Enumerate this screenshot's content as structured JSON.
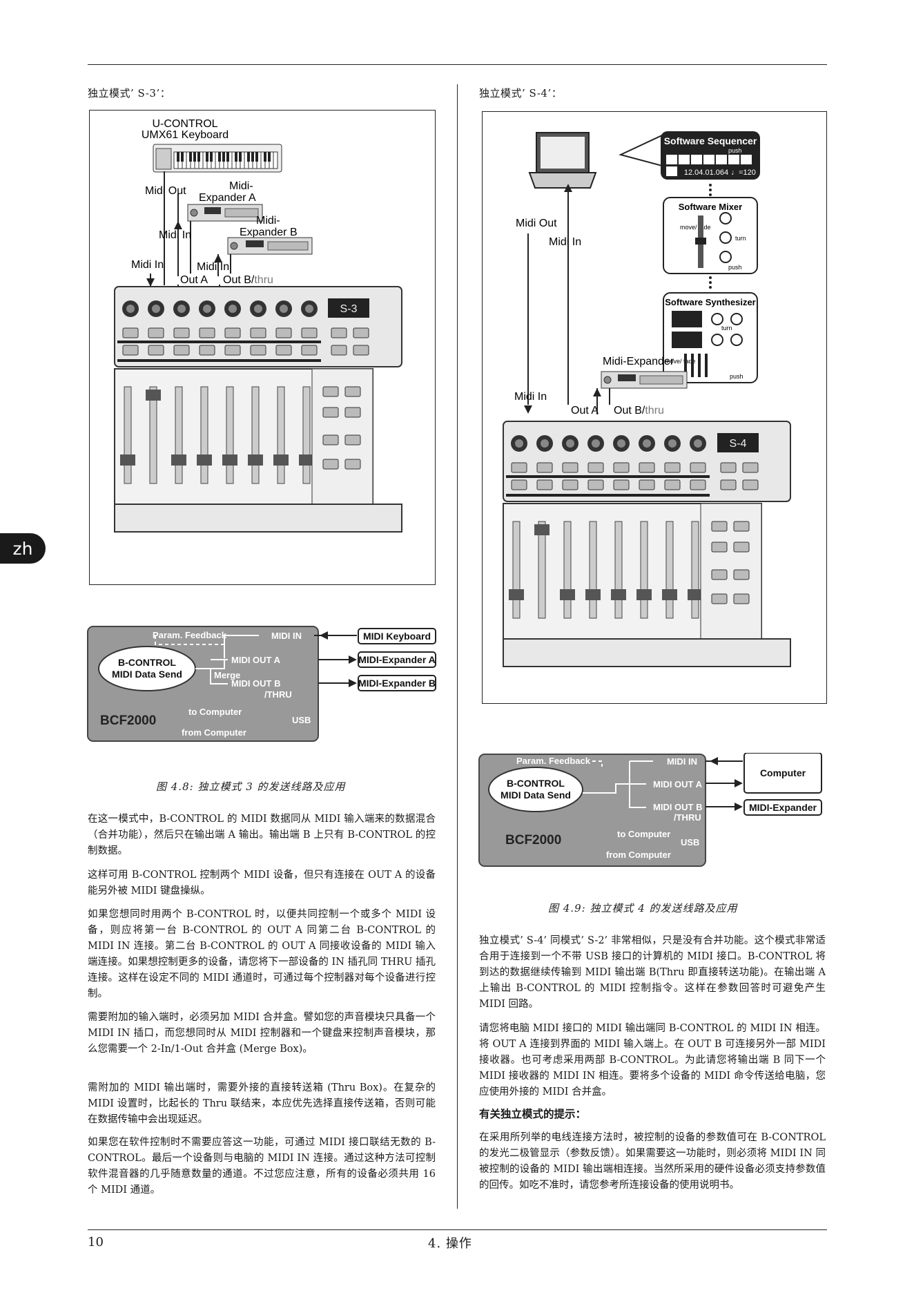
{
  "lang_tab": "zh",
  "left": {
    "section_label": "独立模式’ S-3’：",
    "diagram": {
      "keyboard_title_1": "U-CONTROL",
      "keyboard_title_2": "UMX61 Keyboard",
      "midi_out": "Midi Out",
      "expander_a_1": "Midi-",
      "expander_a_2": "Expander A",
      "expander_b_1": "Midi-",
      "expander_b_2": "Expander B",
      "midi_in_a": "Midi In",
      "midi_in_b": "Midi In",
      "midi_in_ctrl": "Midi In",
      "out_a": "Out A",
      "out_b": "Out B/",
      "thru": "thru",
      "display": "S-3"
    },
    "flow": {
      "param_feedback": "Param. Feedback",
      "midi_in": "MIDI IN",
      "bcontrol": "B-CONTROL",
      "midi_data_send": "MIDI Data Send",
      "merge": "Merge",
      "midi_out_a": "MIDI OUT A",
      "midi_out_b": "MIDI OUT B",
      "thru": "/THRU",
      "to_computer": "to Computer",
      "usb": "USB",
      "from_computer": "from Computer",
      "bcf": "BCF2000",
      "target_1": "MIDI Keyboard",
      "target_2": "MIDI-Expander A",
      "target_3": "MIDI-Expander B"
    },
    "caption": "图 4.8: 独立模式 3 的发送线路及应用",
    "paragraphs": [
      "在这一模式中，B-CONTROL 的 MIDI 数据同从 MIDI 输入端来的数据混合（合并功能），然后只在输出端 A 输出。输出端 B 上只有 B-CONTROL 的控制数据。",
      "这样可用 B-CONTROL 控制两个 MIDI 设备，但只有连接在 OUT A 的设备能另外被 MIDI 键盘操纵。",
      "如果您想同时用两个 B-CONTROL 时，以便共同控制一个或多个 MIDI 设备，则应将第一台 B-CONTROL 的 OUT A 同第二台 B-CONTROL 的 MIDI IN 连接。第二台 B-CONTROL 的 OUT A 同接收设备的 MIDI 输入端连接。如果想控制更多的设备，请您将下一部设备的 IN 插孔同 THRU 插孔连接。这样在设定不同的 MIDI 通道时，可通过每个控制器对每个设备进行控制。",
      "需要附加的输入端时，必须另加 MIDI 合并盒。譬如您的声音模块只具备一个 MIDI IN 插口，而您想同时从 MIDI 控制器和一个键盘来控制声音模块，那么您需要一个 2-In/1-Out 合并盒 (Merge Box)。",
      "需附加的 MIDI 输出端时，需要外接的直接转送箱 (Thru Box)。在复杂的 MIDI 设置时，比起长的 Thru 联结来，本应优先选择直接传送箱，否则可能在数据传输中会出现延迟。",
      "如果您在软件控制时不需要应答这一功能，可通过 MIDI 接口联结无数的 B-CONTROL。最后一个设备则与电脑的 MIDI IN 连接。通过这种方法可控制软件混音器的几乎随意数量的通道。不过您应注意，所有的设备必须共用 16 个 MIDI 通道。"
    ]
  },
  "right": {
    "section_label": "独立模式’ S-4’：",
    "diagram": {
      "seq_title": "Software Sequencer",
      "push": "push",
      "counter": "12.04.01.064",
      "tempo": "♩=120",
      "mixer_title": "Software Mixer",
      "move_fade": "move/ fade",
      "turn": "turn",
      "synth_title": "Software Synthesizer",
      "midi_out": "Midi Out",
      "midi_in_laptop": "Midi In",
      "midi_in_ctrl": "Midi In",
      "expander": "Midi-Expander",
      "out_a": "Out A",
      "out_b": "Out B/",
      "thru": "thru",
      "display": "S-4"
    },
    "flow": {
      "param_feedback": "Param. Feedback",
      "midi_in": "MIDI IN",
      "bcontrol": "B-CONTROL",
      "midi_data_send": "MIDI Data Send",
      "midi_out_a": "MIDI OUT A",
      "midi_out_b": "MIDI OUT B",
      "thru": "/THRU",
      "to_computer": "to Computer",
      "usb": "USB",
      "from_computer": "from Computer",
      "bcf": "BCF2000",
      "target_1": "Computer",
      "target_2": "MIDI-Expander"
    },
    "caption": "图 4.9: 独立模式 4 的发送线路及应用",
    "paragraphs": [
      "独立模式’ S-4’ 同模式’ S-2’ 非常相似，只是没有合并功能。这个模式非常适合用于连接到一个不带 USB 接口的计算机的 MIDI 接口。B-CONTROL 将到达的数据继续传输到 MIDI 输出端 B(Thru 即直接转送功能)。在输出端 A 上输出 B-CONTROL 的 MIDI 控制指令。这样在参数回答时可避免产生 MIDI 回路。",
      "请您将电脑 MIDI 接口的 MIDI 输出端同 B-CONTROL 的 MIDI IN 相连。将 OUT A 连接到界面的 MIDI 输入端上。在 OUT B 可连接另外一部 MIDI 接收器。也可考虑采用两部 B-CONTROL。为此请您将输出端 B 同下一个 MIDI 接收器的 MIDI IN 相连。要将多个设备的 MIDI 命令传送给电脑，您应使用外接的 MIDI 合并盒。"
    ],
    "subhead": "有关独立模式的提示：",
    "tip": "在采用所列举的电线连接方法时，被控制的设备的参数值可在 B-CONTROL 的发光二极管显示（参数反馈）。如果需要这一功能时，则必须将 MIDI IN 同被控制的设备的 MIDI 输出端相连接。当然所采用的硬件设备必须支持参数值的回传。如吃不准时，请您参考所连接设备的使用说明书。"
  },
  "footer": {
    "page_number": "10",
    "chapter": "4. 操作"
  }
}
